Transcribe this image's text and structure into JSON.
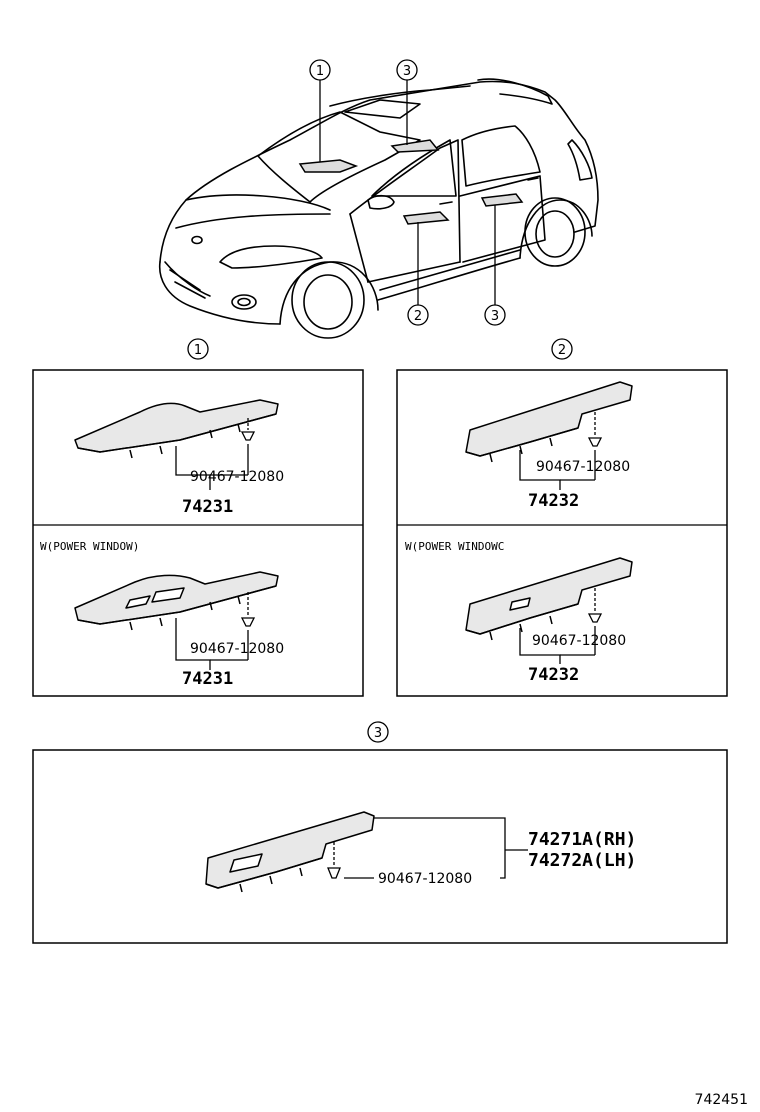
{
  "diagram": {
    "callouts": {
      "c1": "1",
      "c2": "2",
      "c3": "3"
    },
    "panels": {
      "p1_top": {
        "fastener": "90467-12080",
        "part": "74231"
      },
      "p1_bottom": {
        "caption": "W(POWER WINDOW)",
        "fastener": "90467-12080",
        "part": "74231"
      },
      "p2_top": {
        "fastener": "90467-12080",
        "part": "74232"
      },
      "p2_bottom": {
        "caption": "W(POWER WINDOWC",
        "fastener": "90467-12080",
        "part": "74232"
      },
      "p3": {
        "fastener": "90467-12080",
        "part_rh": "74271A(RH)",
        "part_lh": "74272A(LH)"
      }
    },
    "diagram_code": "742451"
  }
}
